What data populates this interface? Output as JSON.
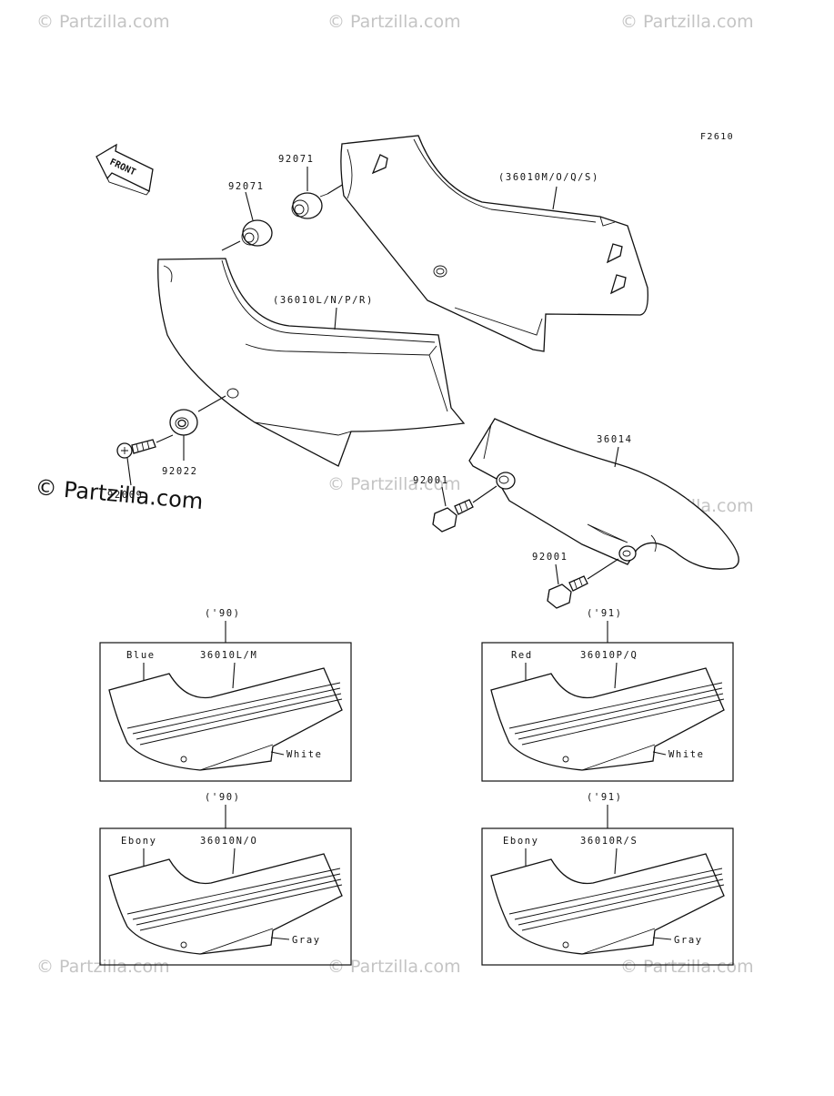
{
  "diagram_id": "F2610",
  "watermark_text": "© Partzilla.com",
  "front_marker": "FRONT",
  "callouts": {
    "grommet_upper": "92071",
    "grommet_lower": "92071",
    "right_cover": "(36010M/O/Q/S)",
    "left_cover": "(36010L/N/P/R)",
    "washer": "92022",
    "bolt_left": "92009",
    "chain_case": "36014",
    "bolt_upper": "92001",
    "bolt_lower": "92001"
  },
  "variants": [
    {
      "year": "('90)",
      "color": "Blue",
      "part": "36010L/M",
      "stripe": "White"
    },
    {
      "year": "('91)",
      "color": "Red",
      "part": "36010P/Q",
      "stripe": "White"
    },
    {
      "year": "('90)",
      "color": "Ebony",
      "part": "36010N/O",
      "stripe": "Gray"
    },
    {
      "year": "('91)",
      "color": "Ebony",
      "part": "36010R/S",
      "stripe": "Gray"
    }
  ],
  "colors": {
    "line": "#111111",
    "watermark": "#c4c4c4",
    "background": "#ffffff"
  }
}
